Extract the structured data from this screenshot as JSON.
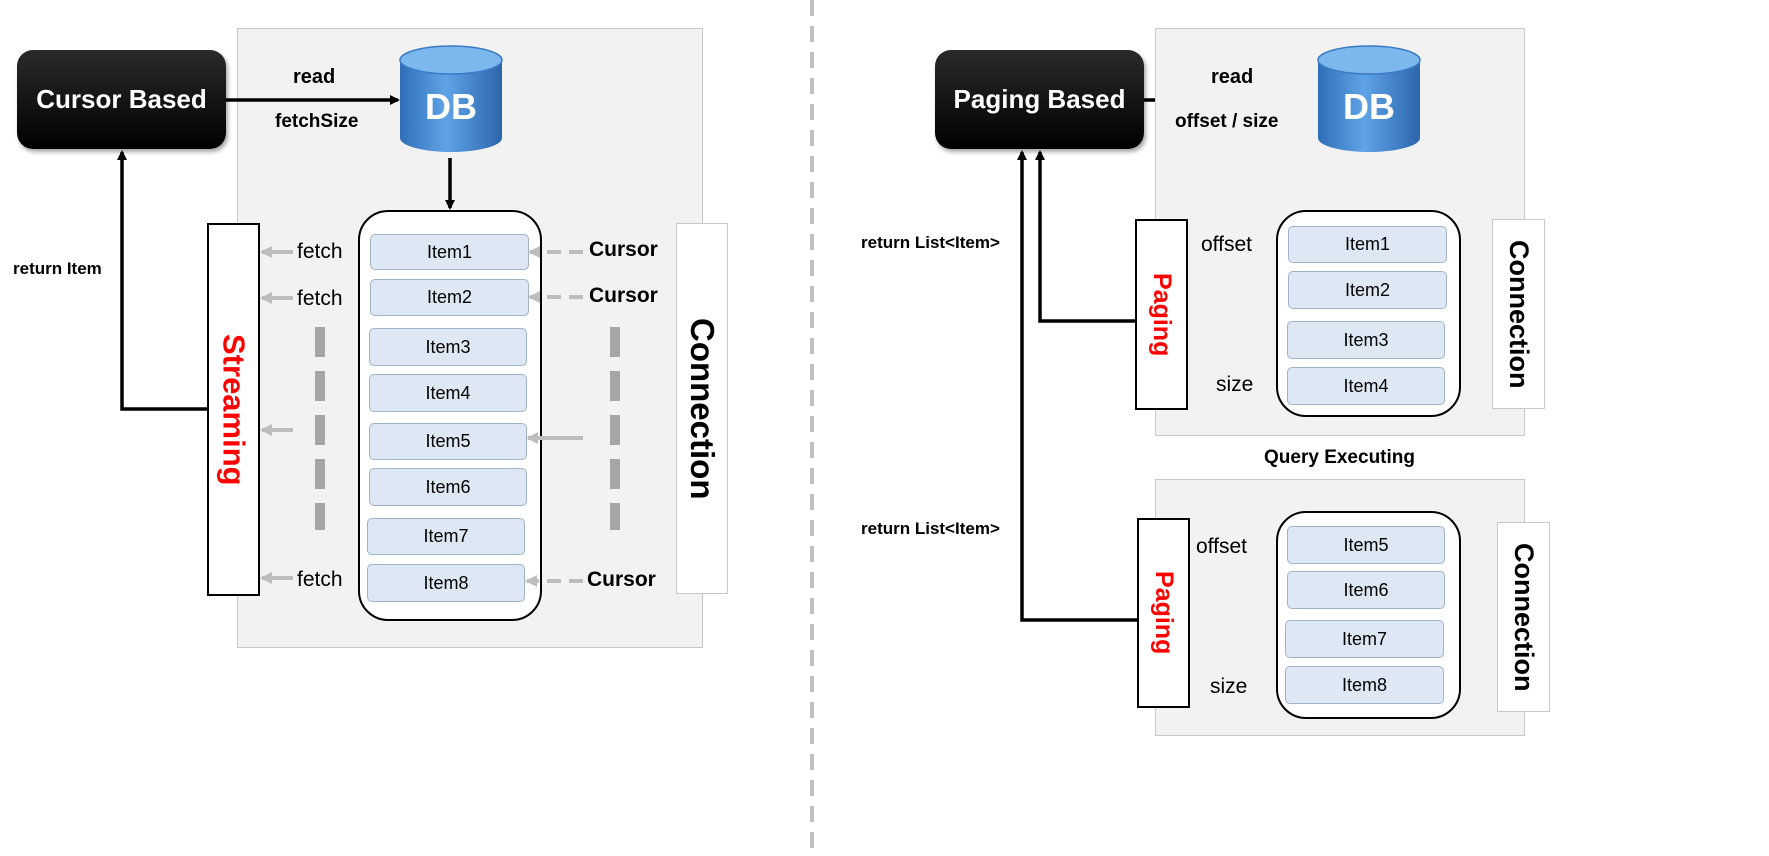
{
  "cursor_side": {
    "source_label": "Cursor Based",
    "read_label": "read",
    "fetch_size_label": "fetchSize",
    "db_label": "DB",
    "return_label": "return Item",
    "streaming_label": "Streaming",
    "connection_label": "Connection",
    "fetch_labels": [
      "fetch",
      "fetch",
      "fetch"
    ],
    "cursor_labels": [
      "Cursor",
      "Cursor",
      "Cursor"
    ],
    "items": [
      "Item1",
      "Item2",
      "Item3",
      "Item4",
      "Item5",
      "Item6",
      "Item7",
      "Item8"
    ]
  },
  "paging_side": {
    "source_label": "Paging Based",
    "read_label": "read",
    "offset_size_label": "offset / size",
    "db_label": "DB",
    "return_label_1": "return List<Item>",
    "return_label_2": "return List<Item>",
    "query_executing_label": "Query Executing",
    "paging_label_1": "Paging",
    "paging_label_2": "Paging",
    "connection_label_1": "Connection",
    "connection_label_2": "Connection",
    "offset_label_1": "offset",
    "size_label_1": "size",
    "offset_label_2": "offset",
    "size_label_2": "size",
    "items_page_1": [
      "Item1",
      "Item2",
      "Item3",
      "Item4"
    ],
    "items_page_2": [
      "Item5",
      "Item6",
      "Item7",
      "Item8"
    ]
  },
  "colors": {
    "accent_red": "#ff0000",
    "db_blue": "#4a8fd6",
    "item_fill": "#dee8f4",
    "panel_fill": "#f2f2f2"
  }
}
